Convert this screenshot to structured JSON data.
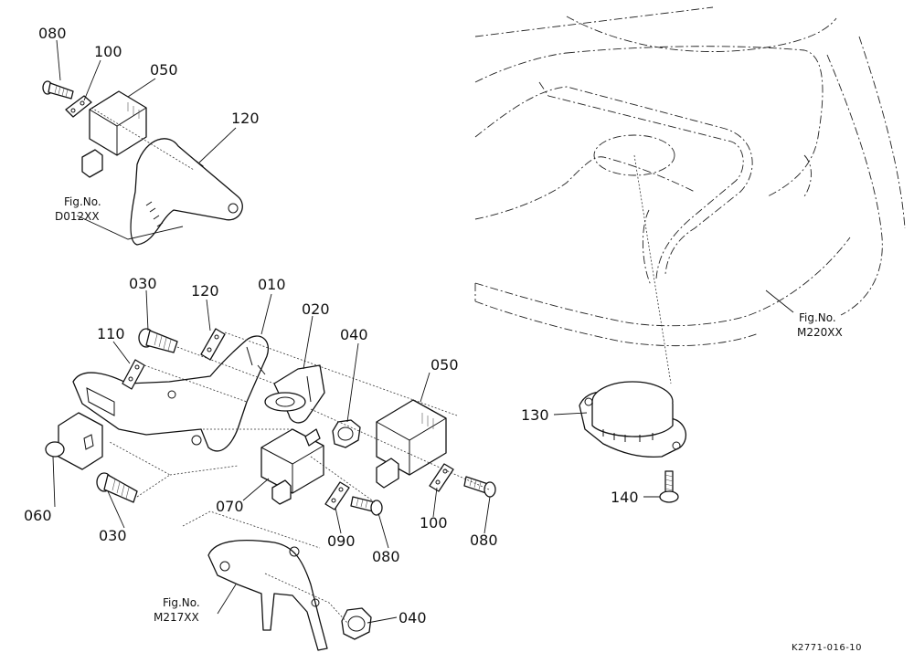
{
  "labels": {
    "p080_top": "080",
    "p100_top": "100",
    "p050_top": "050",
    "p120_top": "120",
    "p030_mid": "030",
    "p120_mid": "120",
    "p010": "010",
    "p020": "020",
    "p110": "110",
    "p040_mid": "040",
    "p050_mid": "050",
    "p060": "060",
    "p030_bot": "030",
    "p070": "070",
    "p090": "090",
    "p080_bot1": "080",
    "p100_bot": "100",
    "p080_bot2": "080",
    "p040_bot": "040",
    "p130": "130",
    "p140": "140"
  },
  "figure_refs": {
    "d012_caption": "Fig.No.",
    "d012_code": "D012XX",
    "m220_caption": "Fig.No.",
    "m220_code": "M220XX",
    "m217_caption": "Fig.No.",
    "m217_code": "M217XX"
  },
  "drawing_number": "K2771-016-10"
}
